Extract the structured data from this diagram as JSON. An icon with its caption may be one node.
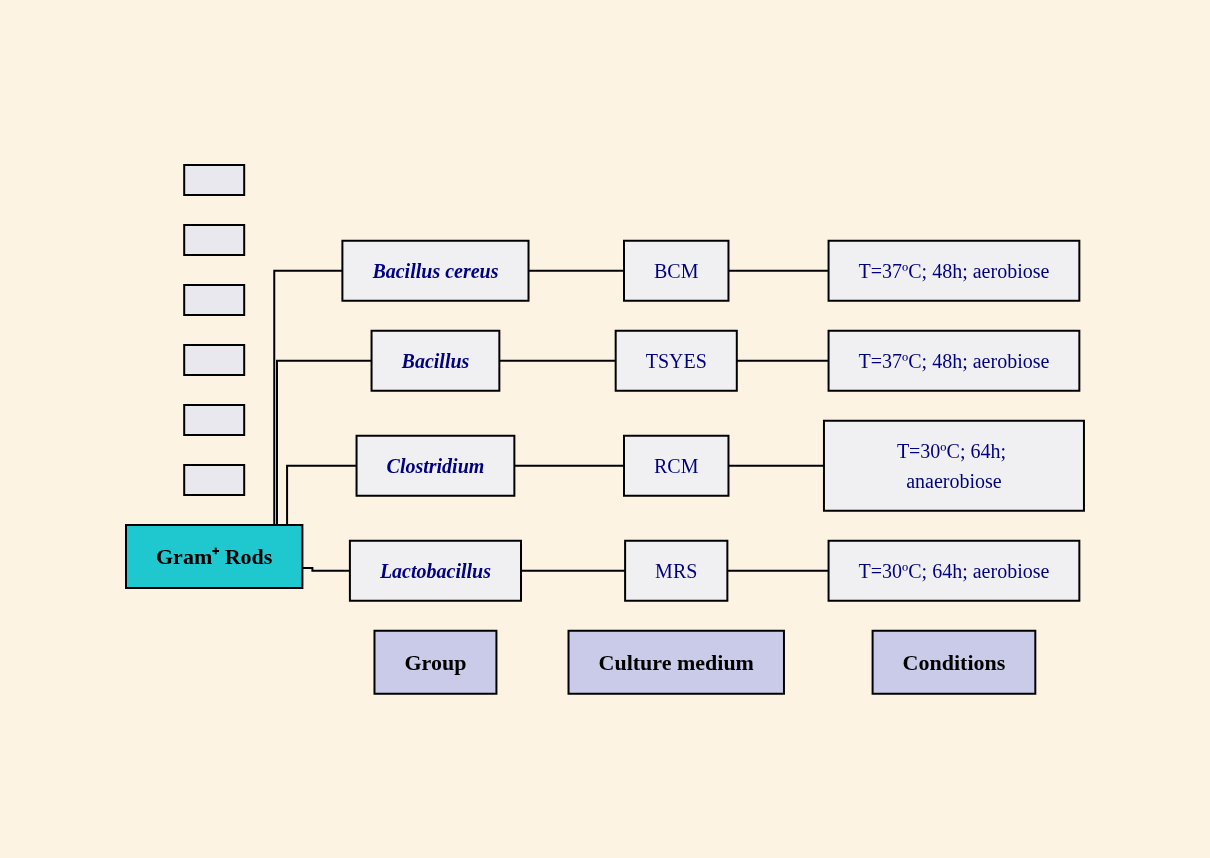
{
  "diagram": {
    "nodes": [
      {
        "text": [],
        "shape": "box"
      },
      {
        "text": [],
        "shape": "box"
      },
      {
        "text": [],
        "shape": "box"
      },
      {
        "text": [],
        "shape": "box"
      },
      {
        "text": [],
        "shape": "box"
      },
      {
        "text": [],
        "shape": "box"
      },
      {
        "text": [
          "Group"
        ]
      },
      {
        "text": [
          "Culture medium"
        ]
      },
      {
        "text": [
          "Conditions"
        ]
      },
      {
        "text": [
          "Gram⁺ Rods"
        ]
      },
      {
        "text": [
          "Bacillus cereus"
        ]
      },
      {
        "text": [
          "BCM"
        ]
      },
      {
        "text": [
          "T=37ºC; 48h; aerobiose"
        ]
      },
      {
        "text": [
          "Bacillus"
        ]
      },
      {
        "text": [
          "TSYES"
        ]
      },
      {
        "text": [
          "T=37ºC; 48h; aerobiose"
        ]
      },
      {
        "text": [
          "Clostridium"
        ]
      },
      {
        "text": [
          "RCM"
        ]
      },
      {
        "text": [
          "T=30ºC; 64h; anaerobiose"
        ]
      },
      {
        "text": [
          "Lactobacillus"
        ]
      },
      {
        "text": [
          "MRS"
        ]
      },
      {
        "text": [
          "T=30ºC; 64h; aerobiose"
        ]
      }
    ],
    "edges": [
      {
        "from": 9,
        "to": 10,
        "arrow": "none"
      },
      {
        "from": 9,
        "to": 13,
        "arrow": "none"
      },
      {
        "from": 9,
        "to": 16,
        "arrow": "none"
      },
      {
        "from": 9,
        "to": 19,
        "arrow": "none"
      },
      {
        "from": 10,
        "to": 11,
        "arrow": "none"
      },
      {
        "from": 11,
        "to": 12,
        "arrow": "none"
      },
      {
        "from": 13,
        "to": 14,
        "arrow": "none"
      },
      {
        "from": 14,
        "to": 15,
        "arrow": "none"
      },
      {
        "from": 16,
        "to": 17,
        "arrow": "none"
      },
      {
        "from": 17,
        "to": 18,
        "arrow": "none"
      },
      {
        "from": 19,
        "to": 20,
        "arrow": "none"
      },
      {
        "from": 20,
        "to": 21,
        "arrow": "none"
      }
    ]
  }
}
